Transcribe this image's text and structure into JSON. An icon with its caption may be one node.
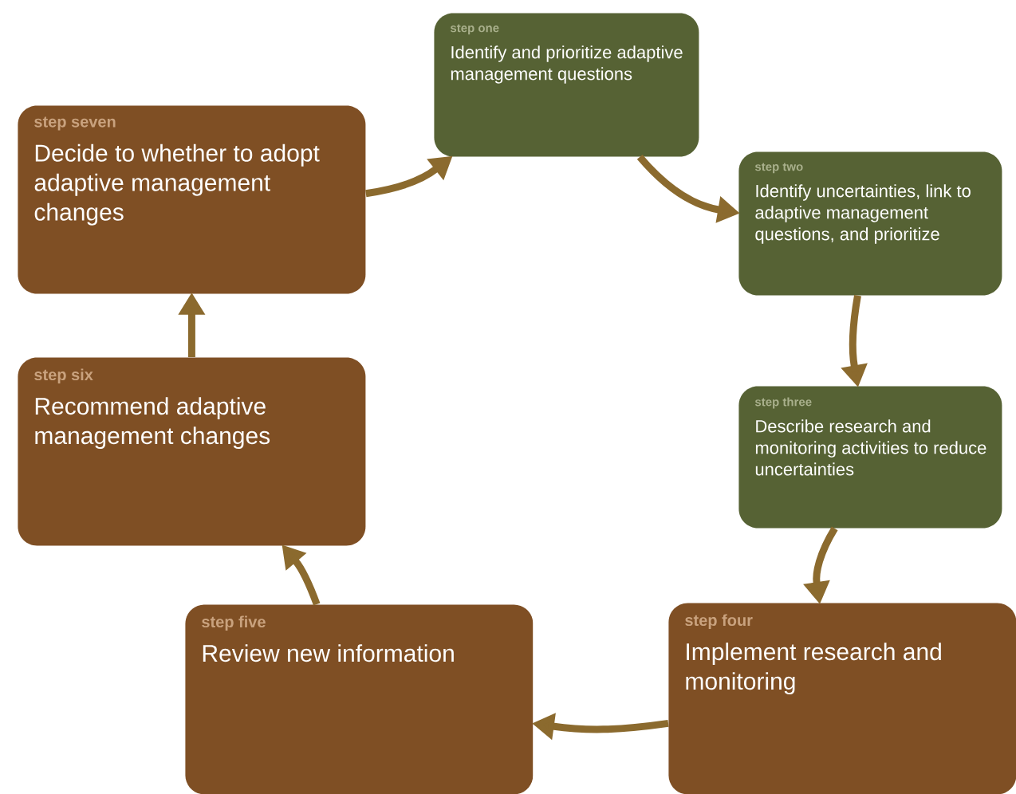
{
  "diagram": {
    "nodes": [
      {
        "text": [
          "step one",
          "Identify and prioritize adaptive management questions"
        ]
      },
      {
        "text": [
          "step two",
          "Identify uncertainties, link to adaptive management questions, and prioritize"
        ]
      },
      {
        "text": [
          "step three",
          "Describe research and monitoring activities to reduce uncertainties"
        ]
      },
      {
        "text": [
          "step four",
          "Implement research and monitoring"
        ]
      },
      {
        "text": [
          "step five",
          "Review new information"
        ]
      },
      {
        "text": [
          "step six",
          "Recommend adaptive management changes"
        ]
      },
      {
        "text": [
          "step seven",
          "Decide to whether to adopt adaptive management changes"
        ]
      }
    ],
    "edges": [
      {
        "from": 0,
        "to": 1,
        "arrow": "to"
      },
      {
        "from": 1,
        "to": 2,
        "arrow": "to"
      },
      {
        "from": 2,
        "to": 3,
        "arrow": "to"
      },
      {
        "from": 3,
        "to": 4,
        "arrow": "to"
      },
      {
        "from": 4,
        "to": 5,
        "arrow": "to"
      },
      {
        "from": 5,
        "to": 6,
        "arrow": "to"
      },
      {
        "from": 6,
        "to": 0,
        "arrow": "to"
      }
    ]
  }
}
